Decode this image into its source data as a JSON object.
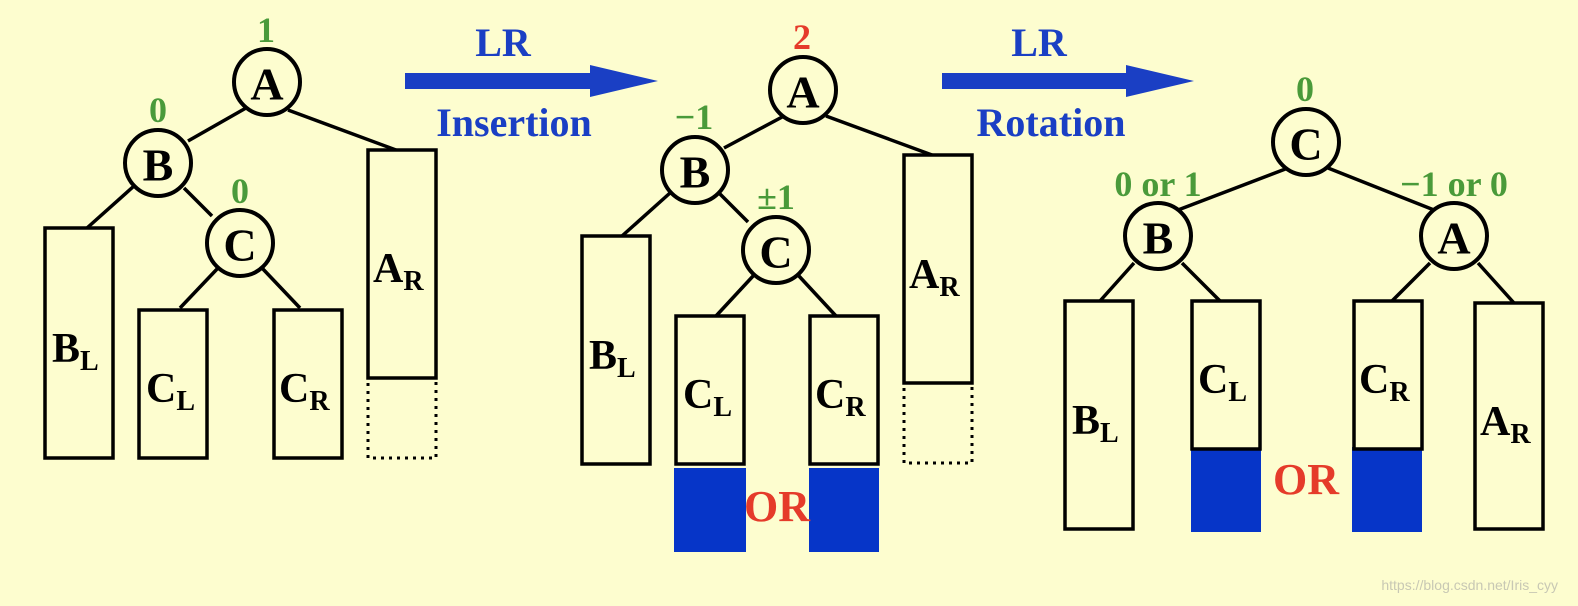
{
  "arrows": [
    {
      "top": "LR",
      "bottom": "Insertion"
    },
    {
      "top": "LR",
      "bottom": "Rotation"
    }
  ],
  "trees": [
    {
      "nodes": {
        "a": "A",
        "b": "B",
        "c": "C"
      },
      "balance": {
        "a": "1",
        "b": "0",
        "c": "0"
      },
      "subtrees": {
        "bl": {
          "main": "B",
          "sub": "L"
        },
        "cl": {
          "main": "C",
          "sub": "L"
        },
        "cr": {
          "main": "C",
          "sub": "R"
        },
        "ar": {
          "main": "A",
          "sub": "R"
        }
      }
    },
    {
      "nodes": {
        "a": "A",
        "b": "B",
        "c": "C"
      },
      "balance": {
        "a": "2",
        "b": "−1",
        "c": "±1"
      },
      "subtrees": {
        "bl": {
          "main": "B",
          "sub": "L"
        },
        "cl": {
          "main": "C",
          "sub": "L"
        },
        "cr": {
          "main": "C",
          "sub": "R"
        },
        "ar": {
          "main": "A",
          "sub": "R"
        }
      },
      "or_label": "OR"
    },
    {
      "nodes": {
        "c": "C",
        "b": "B",
        "a": "A"
      },
      "balance": {
        "c": "0",
        "b": "0 or 1",
        "a": "−1 or 0"
      },
      "subtrees": {
        "bl": {
          "main": "B",
          "sub": "L"
        },
        "cl": {
          "main": "C",
          "sub": "L"
        },
        "cr": {
          "main": "C",
          "sub": "R"
        },
        "ar": {
          "main": "A",
          "sub": "R"
        }
      },
      "or_label": "OR"
    }
  ],
  "colors": {
    "background": "#fdfdcf",
    "balance_normal": "#4a9a3a",
    "balance_unbalanced": "#e53b2a",
    "arrow": "#1a3fc4",
    "inserted_block": "#0635c8",
    "or_text": "#e53b2a"
  },
  "watermark": "https://blog.csdn.net/Iris_cyy"
}
